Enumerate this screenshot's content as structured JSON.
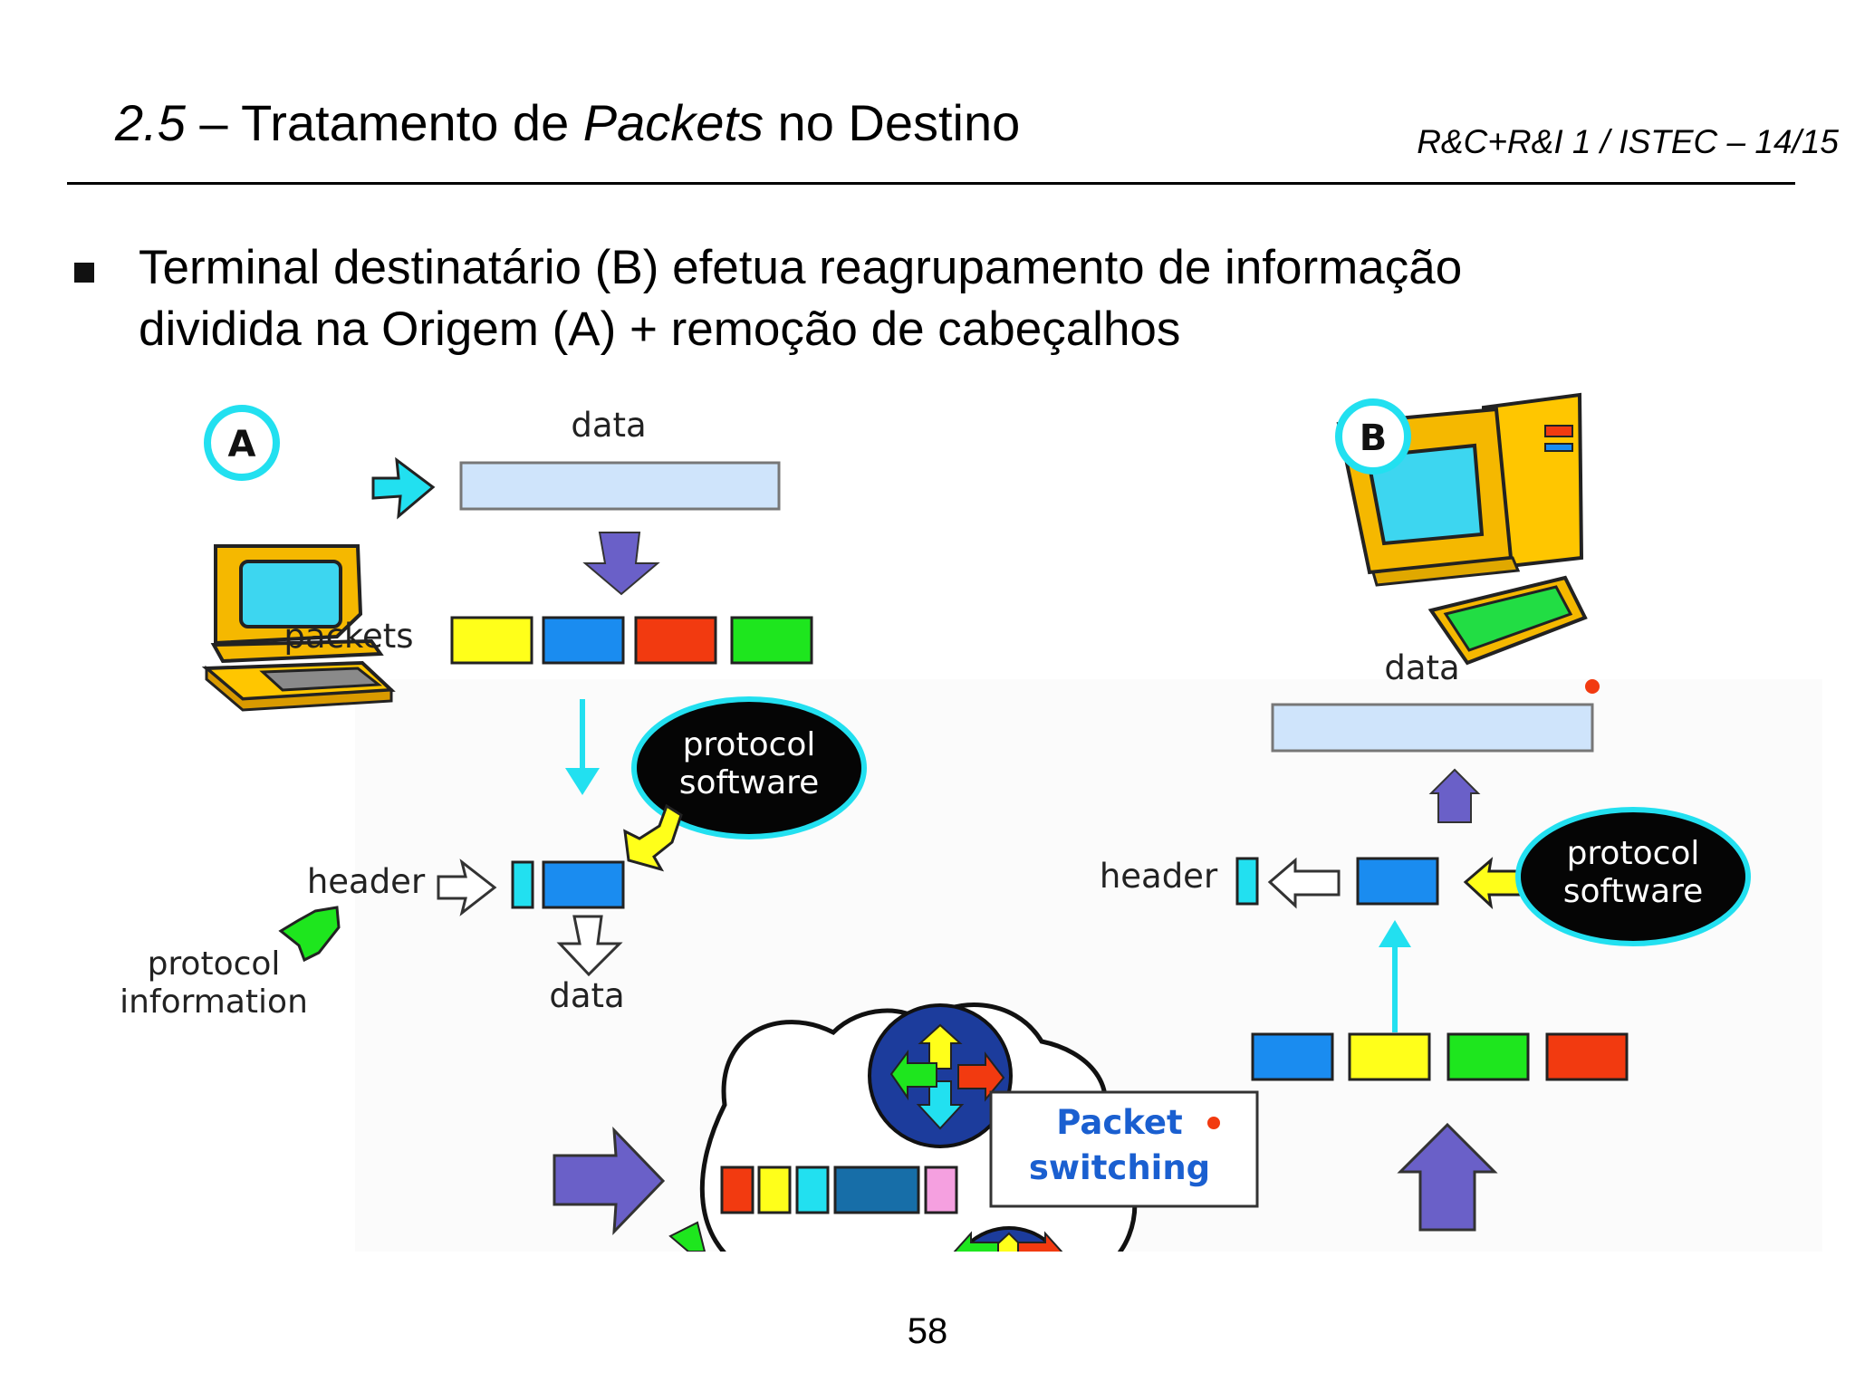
{
  "slide": {
    "section_number": "2.5",
    "title_part1": " – Tratamento de ",
    "title_italic": "Packets",
    "title_part2": " no Destino",
    "course_label": "R&C+R&I 1 / ISTEC – 14/15",
    "bullet_line1": "Terminal destinatário (B) efetua reagrupamento de informação",
    "bullet_line2": "dividida na Origem (A) + remoção de cabeçalhos",
    "page_number": "58"
  },
  "diagram": {
    "source_badge": "A",
    "dest_badge": "B",
    "data_label_top": "data",
    "packets_label": "packets",
    "protocol_software_left_l1": "protocol",
    "protocol_software_left_l2": "software",
    "header_label_left": "header",
    "protocol_information_l1": "protocol",
    "protocol_information_l2": "information",
    "data_label_left_bottom": "data",
    "data_label_right": "data",
    "header_label_right": "header",
    "protocol_software_right_l1": "protocol",
    "protocol_software_right_l2": "software",
    "packet_switching_l1": "Packet",
    "packet_switching_l2": "switching",
    "colors": {
      "yellow": "#ffff1a",
      "blue": "#1a8cf0",
      "red": "#f23a10",
      "green": "#1ee61e",
      "cyan": "#22e0f0",
      "purple": "#6a60c8",
      "data_bar": "#cfe4fb",
      "badge_ring": "#22e0f0",
      "ps_text": "#1a5fd0"
    }
  }
}
